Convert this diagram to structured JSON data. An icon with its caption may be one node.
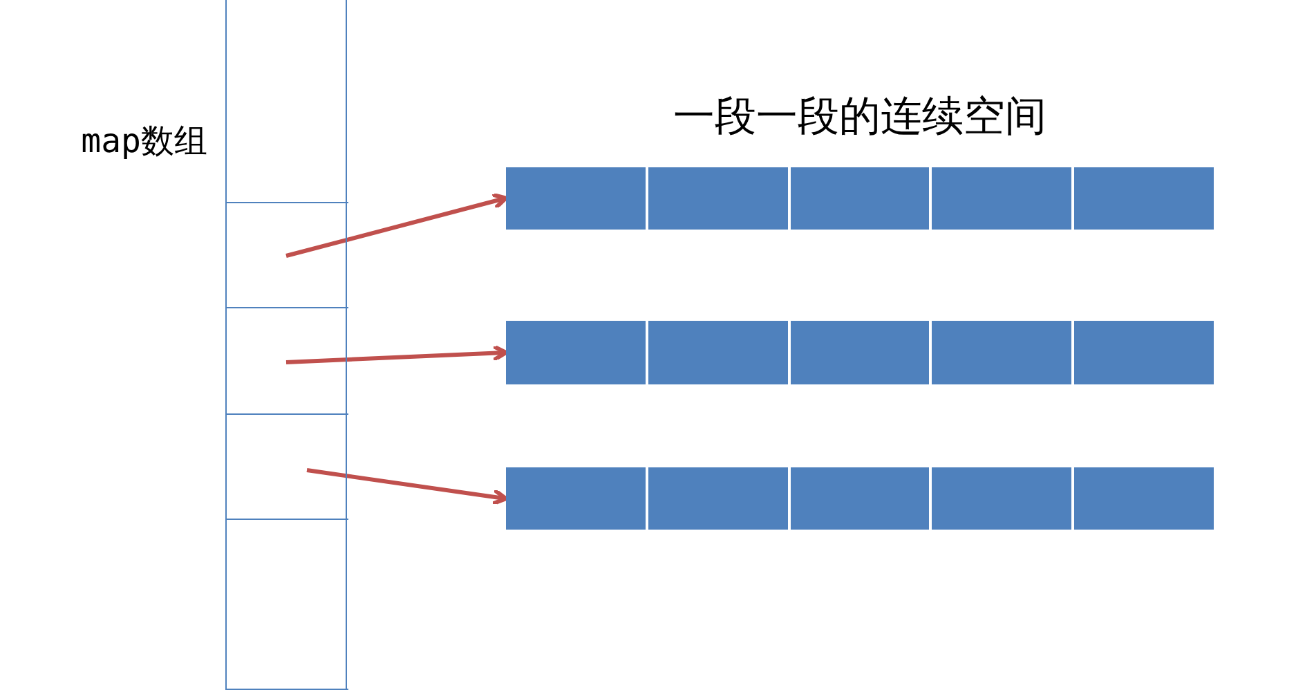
{
  "diagram": {
    "nodes": [
      {
        "text": [],
        "shape": "box",
        "beside": [
          "map数组"
        ]
      },
      {
        "text": [],
        "shape": "box",
        "in": 0
      },
      {
        "text": [],
        "shape": "box",
        "in": 0
      },
      {
        "text": [],
        "shape": "box",
        "in": 0
      },
      {
        "text": [],
        "shape": "box",
        "in": 0
      },
      {
        "text": [],
        "shape": "box",
        "in": 0
      },
      {
        "text": [],
        "shape": "bar"
      },
      {
        "text": [],
        "shape": "bar"
      },
      {
        "text": [],
        "shape": "bar"
      }
    ],
    "edges": [
      {
        "from": 2,
        "to": 6,
        "arrow": "to"
      },
      {
        "from": 3,
        "to": 7,
        "arrow": "to"
      },
      {
        "from": 4,
        "to": 8,
        "arrow": "to"
      }
    ],
    "labels": [
      "一段一段的连续空间"
    ]
  }
}
